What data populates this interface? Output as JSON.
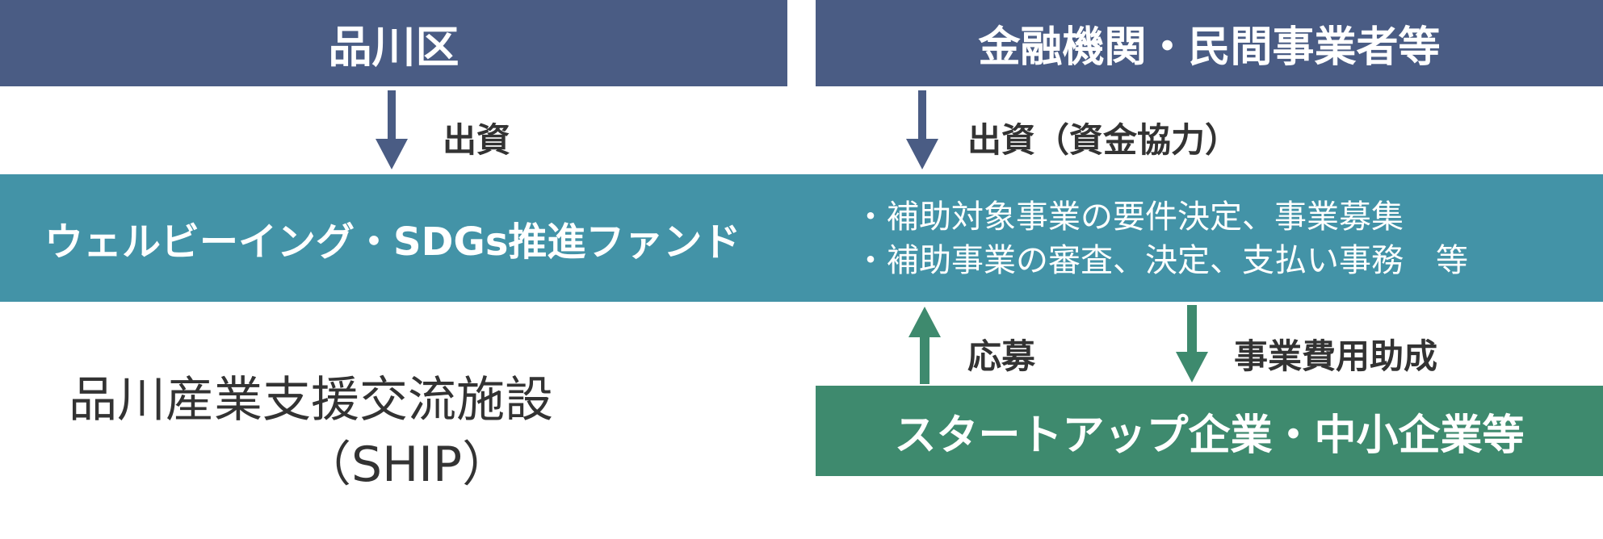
{
  "nodes": {
    "city": "品川区",
    "financial": "金融機関・民間事業者等",
    "fund": "ウェルビーイング・SDGs推進ファンド",
    "startup": "スタートアップ企業・中小企業等",
    "ship_name": "品川産業支援交流施設",
    "ship_abbr": "（SHIP）"
  },
  "fund_roles": [
    "・補助対象事業の要件決定、事業募集",
    "・補助事業の審査、決定、支払い事務　等"
  ],
  "edges": {
    "city_to_fund": "出資",
    "financial_to_fund": "出資（資金協力）",
    "startup_to_fund": "応募",
    "fund_to_startup": "事業費用助成"
  },
  "colors": {
    "header": "#4a5c84",
    "fund": "#4393a7",
    "startup": "#3e8a6e",
    "arrow_down": "#4a5c84",
    "arrow_green": "#3e8a6e"
  }
}
